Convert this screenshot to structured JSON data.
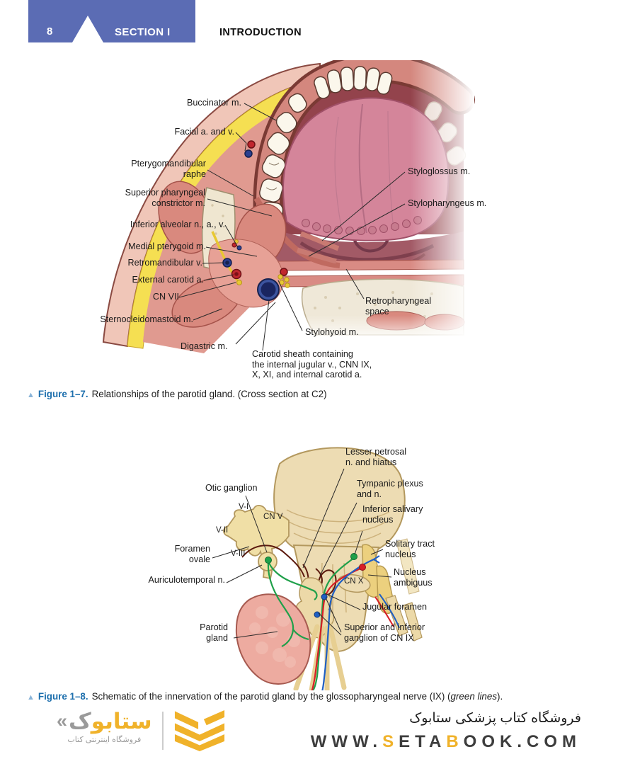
{
  "header": {
    "page_number": "8",
    "section_label": "SECTION I",
    "chapter_title": "INTRODUCTION"
  },
  "figure1": {
    "labels": {
      "buccinator": "Buccinator m.",
      "facial": "Facial a. and v.",
      "pterygomandibular": "Pterygomandibular\nraphe",
      "constrictor": "Superior pharyngeal\nconstrictor m.",
      "inferior_alveolar": "Inferior alveolar n., a., v.",
      "medial_pterygoid": "Medial pterygoid m.",
      "retromandibular": "Retromandibular v.",
      "external_carotid": "External carotid a.",
      "cn_vii": "CN VII",
      "sternocleidomastoid": "Sternocleidomastoid m.",
      "digastric": "Digastric m.",
      "styloglossus": "Styloglossus m.",
      "stylopharyngeus": "Stylopharyngeus m.",
      "retropharyngeal": "Retropharyngeal\nspace",
      "stylohyoid": "Stylohyoid m.",
      "carotid_sheath": "Carotid sheath containing\nthe internal jugular v., CNN IX,\nX, XI, and internal carotid a."
    },
    "caption": {
      "marker": "▲",
      "number": "Figure 1–7.",
      "text": "Relationships of the parotid gland. (Cross section at C2)"
    }
  },
  "figure2": {
    "labels": {
      "lesser_petrosal": "Lesser petrosal\nn. and hiatus",
      "otic_ganglion": "Otic ganglion",
      "tympanic": "Tympanic plexus\nand n.",
      "inferior_salivary": "Inferior salivary\nnucleus",
      "foramen_ovale": "Foramen\novale",
      "solitary_tract": "Solitary tract\nnucleus",
      "auriculotemporal": "Auriculotemporal n.",
      "nucleus_ambiguus": "Nucleus\nambiguus",
      "jugular_foramen": "Jugular foramen",
      "superior_inferior_ganglion": "Superior and inferior\nganglion of CN IX",
      "parotid_gland": "Parotid\ngland",
      "v1": "V-I",
      "v2": "V-II",
      "cn_v": "CN V",
      "v3": "V-III",
      "cn_x": "CN X"
    },
    "caption": {
      "marker": "▲",
      "number": "Figure 1–8.",
      "text_pre": "Schematic of the innervation of the parotid gland by the glossopharyngeal nerve (IX) (",
      "text_italic": "green lines",
      "text_post": ")."
    }
  },
  "footer": {
    "logo": {
      "guillemet": "«",
      "brand_gold": "ستابو",
      "brand_gray": "ک",
      "tagline": "فروشگاه اینترنتی کتاب"
    },
    "store_title": "فروشگاه کتاب پزشکی ستابوک",
    "website": {
      "p1": "WWW.",
      "p2": "S",
      "p3": "ETA",
      "p4": "B",
      "p5": "OOK.COM"
    }
  },
  "colors": {
    "banner-blue": "#5b6cb4",
    "caption-blue": "#1d6fad",
    "caption-triangle": "#8ab4d8",
    "logo-gold": "#f0b22a",
    "nerve-green": "#1fa04a",
    "nerve-red": "#d81f26",
    "nerve-blue": "#1f5fc4",
    "artery-red": "#c0262e",
    "vein-blue": "#2b3f8f",
    "fat-yellow": "#f5df52"
  }
}
